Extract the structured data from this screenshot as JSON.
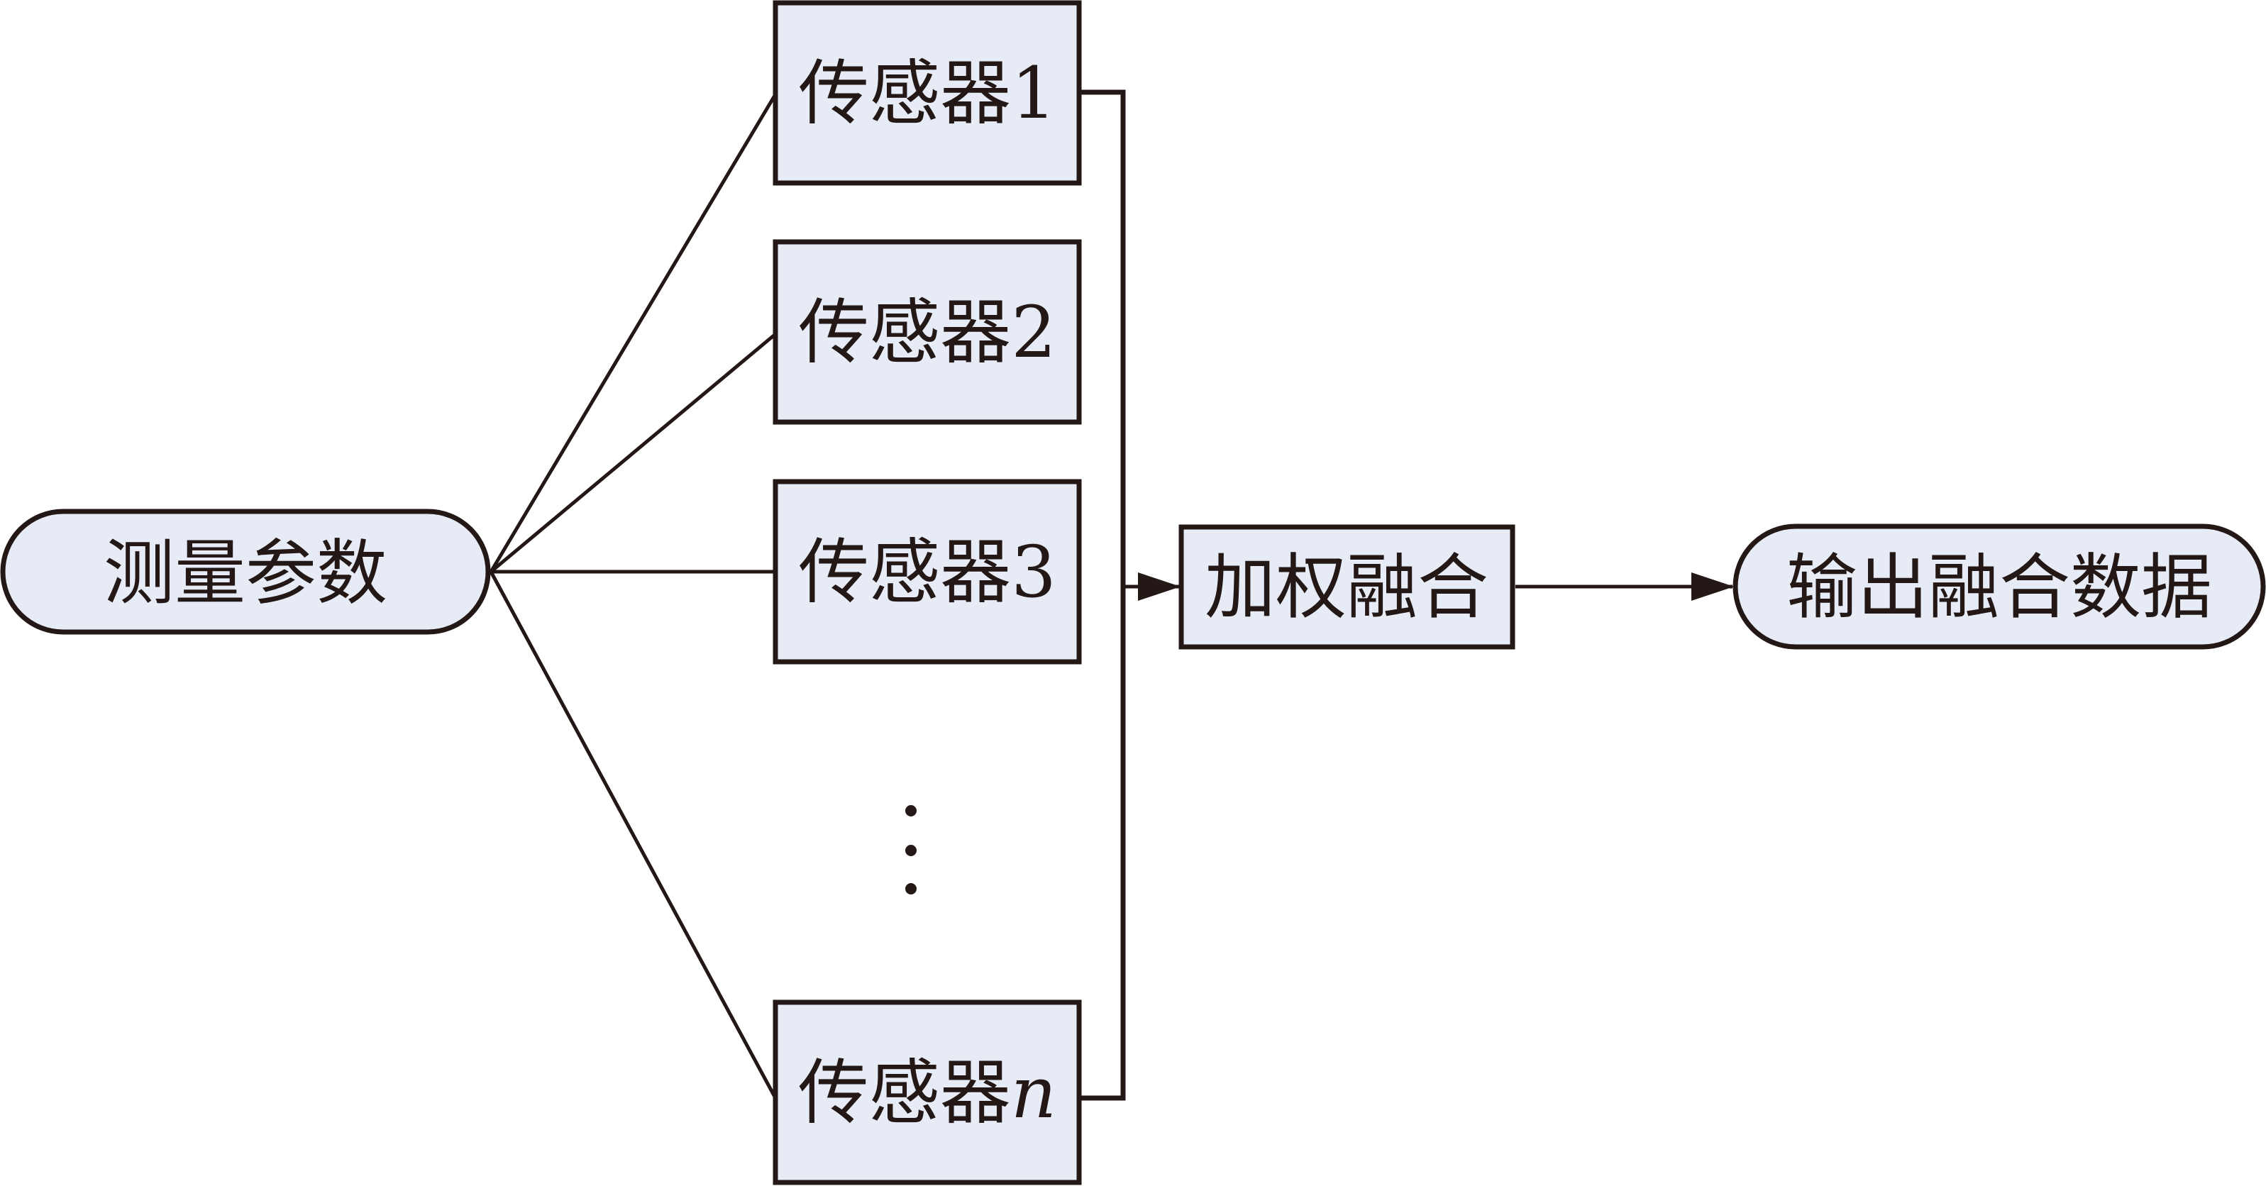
{
  "input": {
    "label": "测量参数"
  },
  "sensors": [
    {
      "prefix": "传感器",
      "suffix": "1",
      "suffix_italic": false
    },
    {
      "prefix": "传感器",
      "suffix": "2",
      "suffix_italic": false
    },
    {
      "prefix": "传感器",
      "suffix": "3",
      "suffix_italic": false
    },
    {
      "prefix": "传感器",
      "suffix": "n",
      "suffix_italic": true
    }
  ],
  "ellipsis": "⋮",
  "fusion": {
    "label": "加权融合"
  },
  "output": {
    "label": "输出融合数据"
  },
  "colors": {
    "node_fill": "#e6ebf6",
    "stroke": "#231815"
  }
}
